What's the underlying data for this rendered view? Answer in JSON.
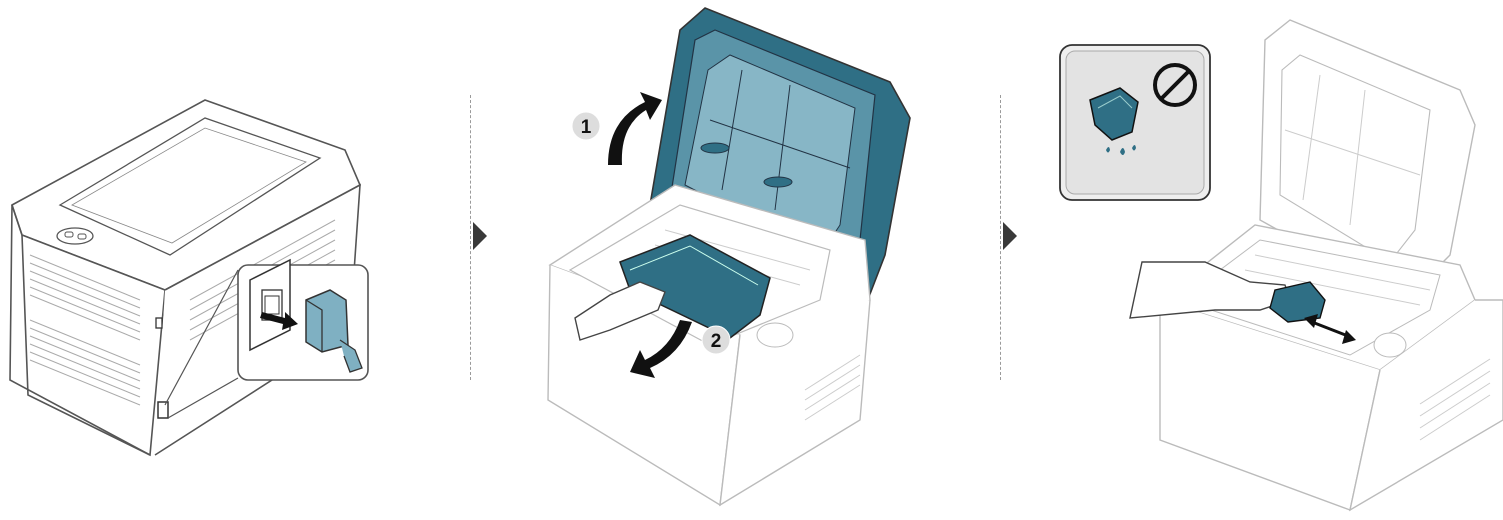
{
  "steps": [
    {
      "id": "step-1",
      "description_icons": [
        "printer-back-icon",
        "power-cord-icon",
        "unplug-arrow-icon"
      ]
    },
    {
      "id": "step-2",
      "callouts": [
        {
          "label": "1"
        },
        {
          "label": "2"
        }
      ]
    },
    {
      "id": "step-3",
      "description_icons": [
        "wet-cloth-icon",
        "prohibited-icon",
        "wipe-direction-icon"
      ]
    }
  ],
  "colors": {
    "accent": "#2f6f85",
    "accent_light": "#7fb0c2",
    "outline": "#555555",
    "light_outline": "#b8b8b8",
    "separator_arrow": "#3a3a3a"
  }
}
